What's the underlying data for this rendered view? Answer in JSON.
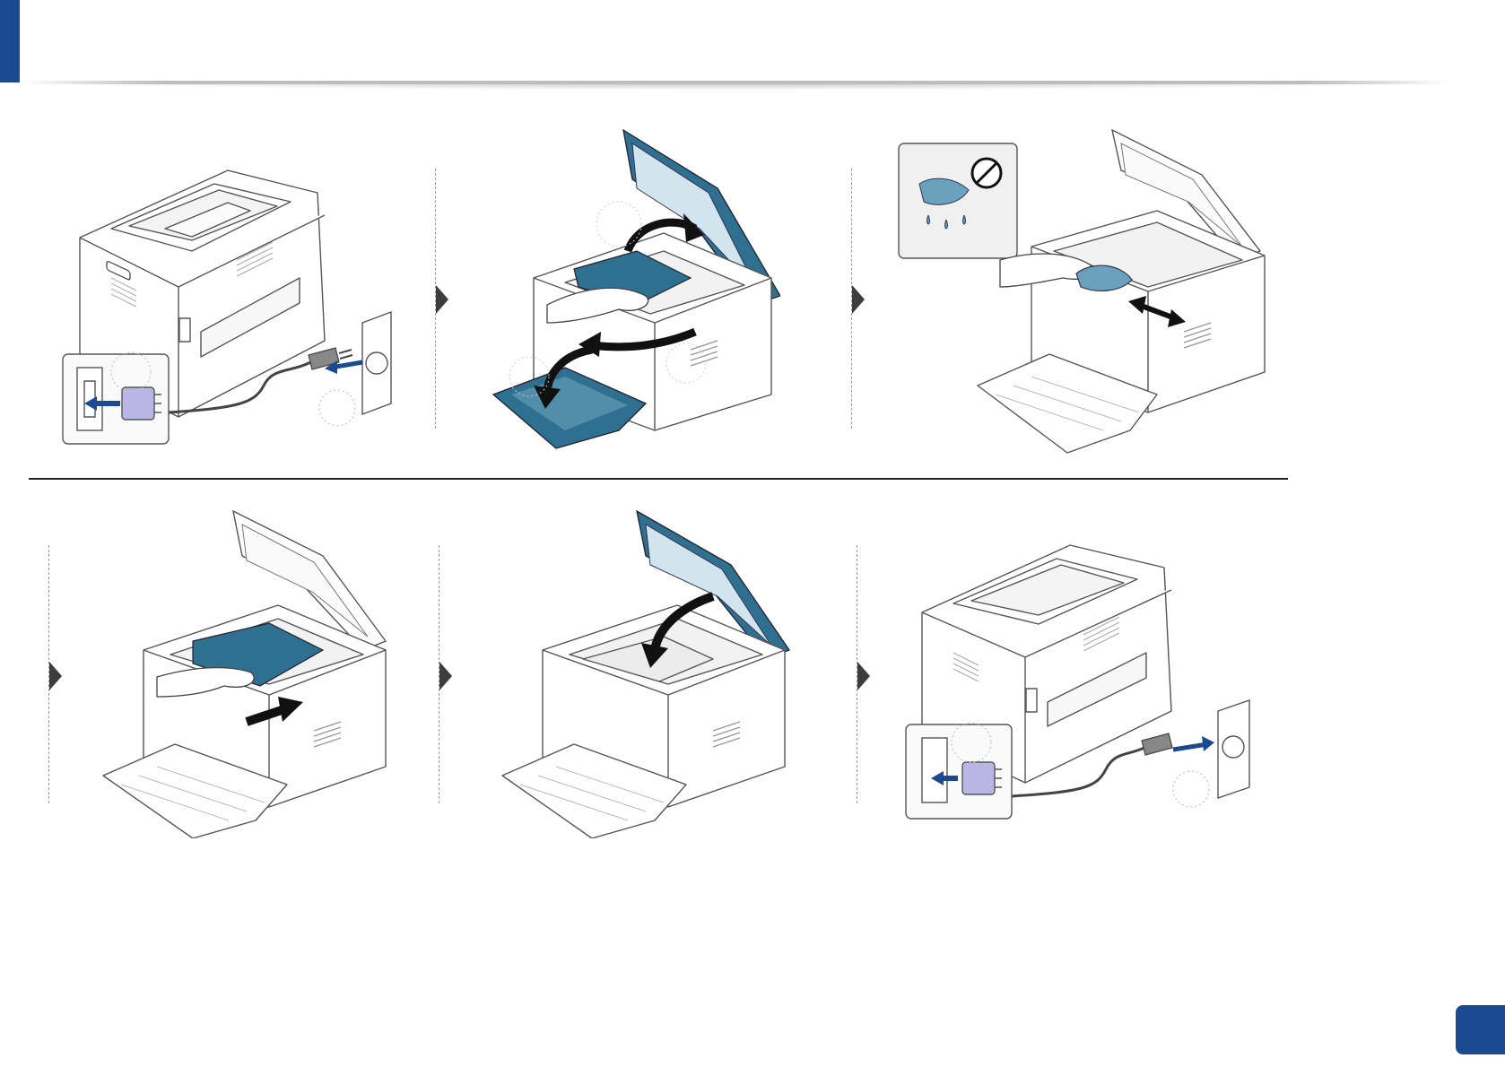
{
  "page": {
    "title": "",
    "number": ""
  },
  "colors": {
    "brand_blue": "#1b4a93",
    "cover_teal": "#2f6f8f",
    "cover_light": "#d2e4ee",
    "arrow_black": "#111111",
    "step_arrow_grey": "#3d3d3d",
    "line_grey": "#555555",
    "hand_outline": "#444444"
  },
  "steps": [
    {
      "id": 1,
      "icon": "unplug-power-cord-icon"
    },
    {
      "id": 2,
      "icon": "open-cover-remove-cartridge-icon"
    },
    {
      "id": 3,
      "icon": "wipe-inside-with-dry-cloth-icon"
    },
    {
      "id": 4,
      "icon": "reinsert-cartridge-icon"
    },
    {
      "id": 5,
      "icon": "close-cover-icon"
    },
    {
      "id": 6,
      "icon": "plug-in-power-cord-icon"
    }
  ],
  "warning_icon": "no-wet-cloth-icon"
}
